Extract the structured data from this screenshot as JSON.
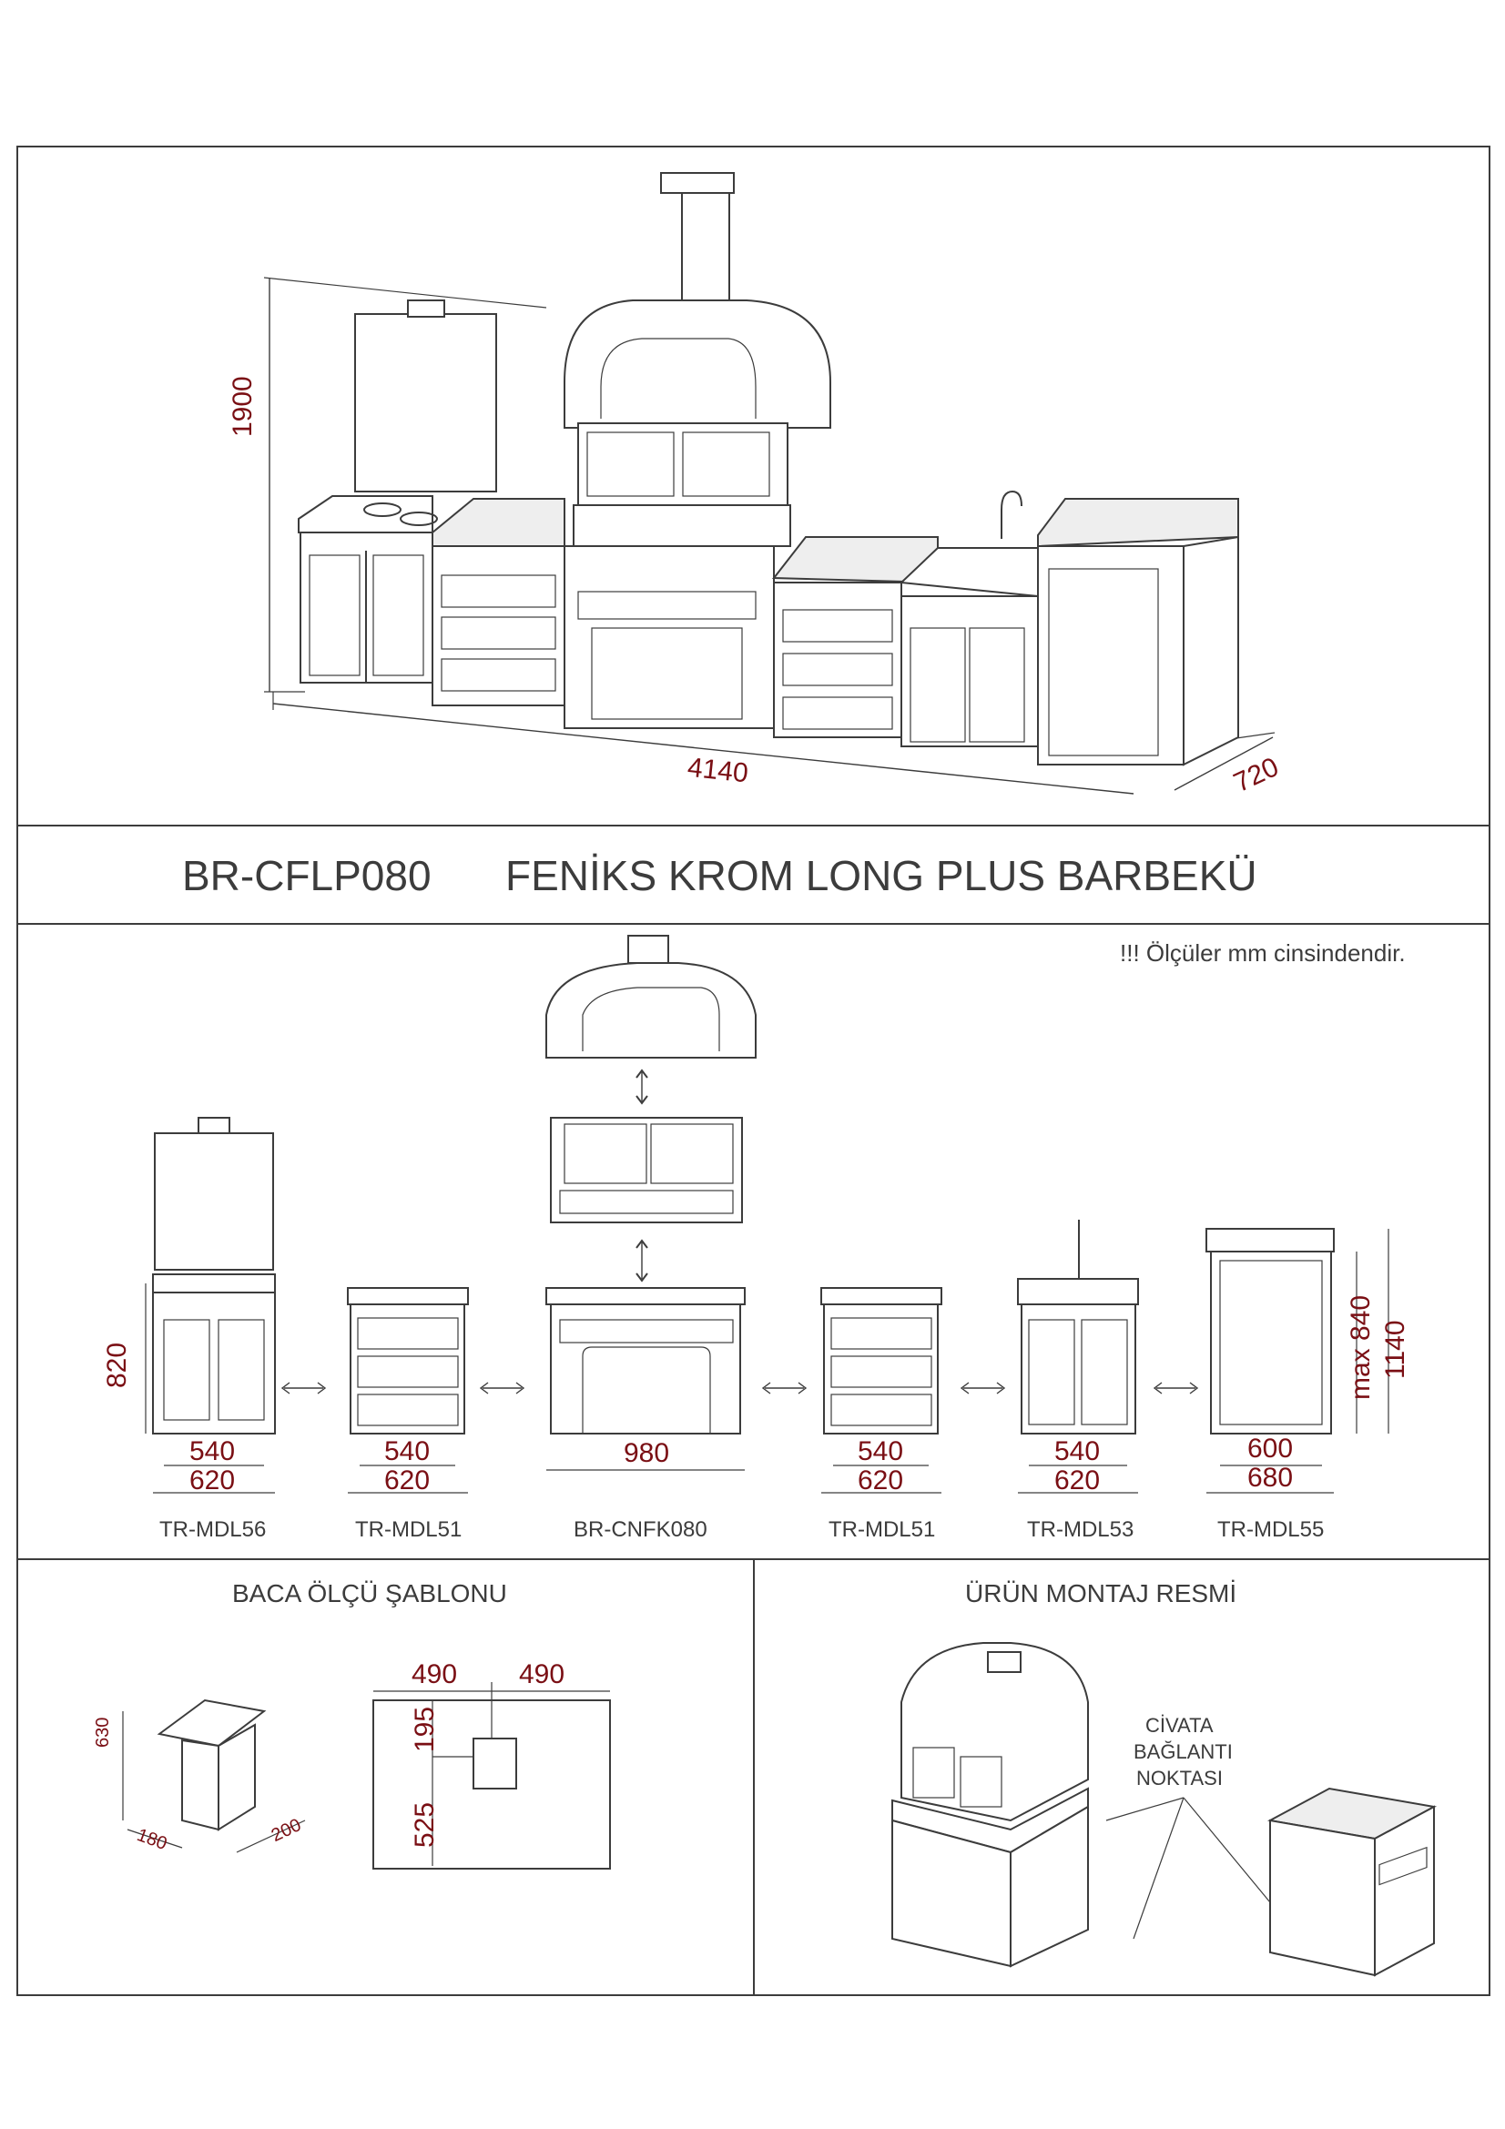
{
  "overall": {
    "height_label": "1900",
    "width_label": "4140",
    "depth_label": "720"
  },
  "title": {
    "code": "BR-CFLP080",
    "name": "FENİKS KROM LONG PLUS BARBEKÜ"
  },
  "note": "!!! Ölçüler mm cinsindendir.",
  "modules": [
    {
      "code": "TR-MDL56",
      "w_inner": "540",
      "w_outer": "620",
      "h": "820"
    },
    {
      "code": "TR-MDL51",
      "w_inner": "540",
      "w_outer": "620"
    },
    {
      "code": "BR-CNFK080",
      "w_outer": "980"
    },
    {
      "code": "TR-MDL51",
      "w_inner": "540",
      "w_outer": "620"
    },
    {
      "code": "TR-MDL53",
      "w_inner": "540",
      "w_outer": "620"
    },
    {
      "code": "TR-MDL55",
      "w_inner": "600",
      "w_outer": "680",
      "h_inner": "max 840",
      "h_outer": "1140"
    }
  ],
  "chimney_template": {
    "title": "BACA ÖLÇÜ ŞABLONU",
    "height": "630",
    "depth": "180",
    "width": "200",
    "left_offset": "490",
    "right_offset": "490",
    "top_offset": "195",
    "bottom_offset": "525"
  },
  "assembly": {
    "title": "ÜRÜN MONTAJ RESMİ",
    "label_line1": "CİVATA",
    "label_line2": "BAĞLANTI",
    "label_line3": "NOKTASI"
  },
  "colors": {
    "dimension_text": "#7a0f14",
    "line": "#3c3c3c",
    "granite": "#eeeeee"
  }
}
